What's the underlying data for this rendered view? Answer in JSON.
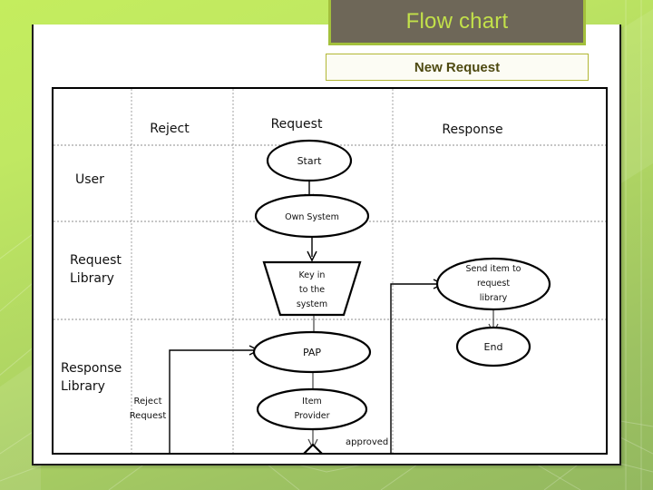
{
  "slide": {
    "title": "Flow chart",
    "subtitle": "New Request",
    "accent_green": "#c2e04a",
    "title_bar_fill": "#6e6758",
    "title_bar_border": "#a3c03c",
    "subtitle_text_color": "#4e4a12",
    "background_green_top": "#c4ed5e",
    "background_green_bottom": "#93b85f"
  },
  "chart_data": {
    "type": "diagram",
    "title": "New Request",
    "diagram_kind": "swimlane-flowchart",
    "column_headers": [
      "Reject",
      "Request",
      "Response"
    ],
    "row_headers": [
      "User",
      "Request Library",
      "Response Library"
    ],
    "nodes": [
      {
        "id": "start",
        "label": "Start",
        "shape": "ellipse",
        "lane_row": "User",
        "lane_col": "Request"
      },
      {
        "id": "own",
        "label": "Own System",
        "shape": "ellipse",
        "lane_row": "User",
        "lane_col": "Request"
      },
      {
        "id": "keyin",
        "label": "Key in to the system",
        "shape": "trapezoid",
        "lane_row": "Request Library",
        "lane_col": "Request"
      },
      {
        "id": "pap",
        "label": "PAP",
        "shape": "ellipse",
        "lane_row": "Request Library",
        "lane_col": "Request"
      },
      {
        "id": "item",
        "label": "Item Provider",
        "shape": "ellipse",
        "lane_row": "Response Library",
        "lane_col": "Request"
      },
      {
        "id": "dec",
        "label": "",
        "shape": "diamond",
        "lane_row": "Response Library",
        "lane_col": "Request"
      },
      {
        "id": "send",
        "label": "Send item to request library",
        "shape": "ellipse",
        "lane_row": "Request Library",
        "lane_col": "Response"
      },
      {
        "id": "end",
        "label": "End",
        "shape": "ellipse",
        "lane_row": "Request Library",
        "lane_col": "Response"
      }
    ],
    "node_labels": {
      "start": "Start",
      "own_system": "Own System",
      "key_in_line1": "Key in",
      "key_in_line2": "to the",
      "key_in_line3": "system",
      "pap": "PAP",
      "item_line1": "Item",
      "item_line2": "Provider",
      "send_line1": "Send item to",
      "send_line2": "request",
      "send_line3": "library",
      "end": "End"
    },
    "edges": [
      {
        "from": "start",
        "to": "own",
        "label": ""
      },
      {
        "from": "own",
        "to": "keyin",
        "label": ""
      },
      {
        "from": "keyin",
        "to": "pap",
        "label": ""
      },
      {
        "from": "pap",
        "to": "item",
        "label": ""
      },
      {
        "from": "item",
        "to": "dec",
        "label": ""
      },
      {
        "from": "dec",
        "to": "send",
        "label": "approved"
      },
      {
        "from": "dec",
        "to": "pap",
        "label": "Reject Request"
      },
      {
        "from": "send",
        "to": "end",
        "label": ""
      }
    ],
    "edge_labels": {
      "approved": "approved",
      "reject_line1": "Reject",
      "reject_line2": "Request"
    }
  }
}
